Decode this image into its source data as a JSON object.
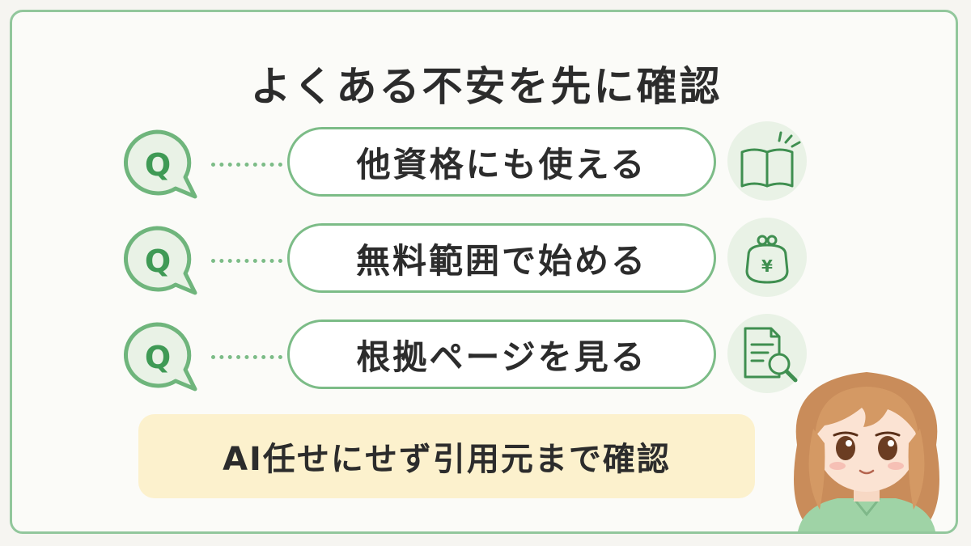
{
  "title": "よくある不安を先に確認",
  "q_label": "Q",
  "items": [
    {
      "label": "他資格にも使える",
      "icon": "open-book-icon"
    },
    {
      "label": "無料範囲で始める",
      "icon": "coin-purse-yen-icon",
      "icon_text": "¥"
    },
    {
      "label": "根拠ページを見る",
      "icon": "document-magnifier-icon"
    }
  ],
  "note": "AI任せにせず引用元まで確認",
  "colors": {
    "accent": "#6fb57c",
    "border": "#92c79c",
    "highlight": "#fcf1cd",
    "icon_bg": "#e9f2e6",
    "text": "#2c2c2c"
  }
}
